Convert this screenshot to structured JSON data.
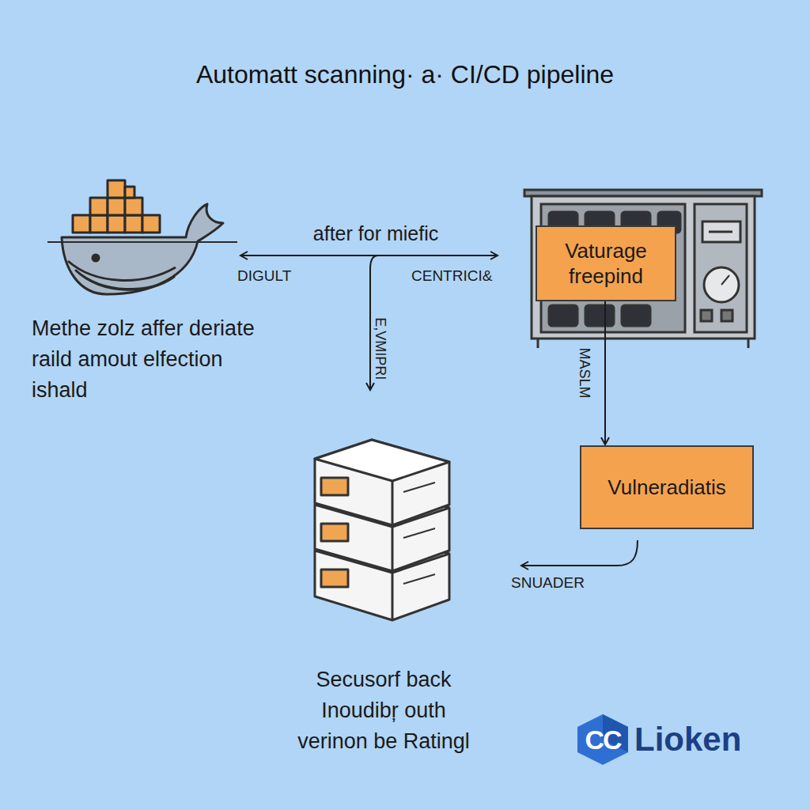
{
  "diagram": {
    "title": "Automatt scanning· a· CI/CD pipeline",
    "nodes": [
      {
        "text": [
          "Vaturage freepind"
        ]
      },
      {
        "text": [
          "Vulneradiatis"
        ]
      },
      {
        "text": [
          "CC",
          "Lioken"
        ]
      }
    ],
    "edges": [
      {
        "from": 0,
        "to": 1,
        "label": "MASLM",
        "arrow": "to"
      }
    ],
    "labels": [
      "after for miefic",
      "DIGULT",
      "CENTRICI&",
      "E,VMIPRI",
      "Methe zolz affer deriate raild amout elfection ishald",
      "SNUADER",
      "Secusorf back Inoudibŗ outh verinon be Ratingl"
    ]
  }
}
